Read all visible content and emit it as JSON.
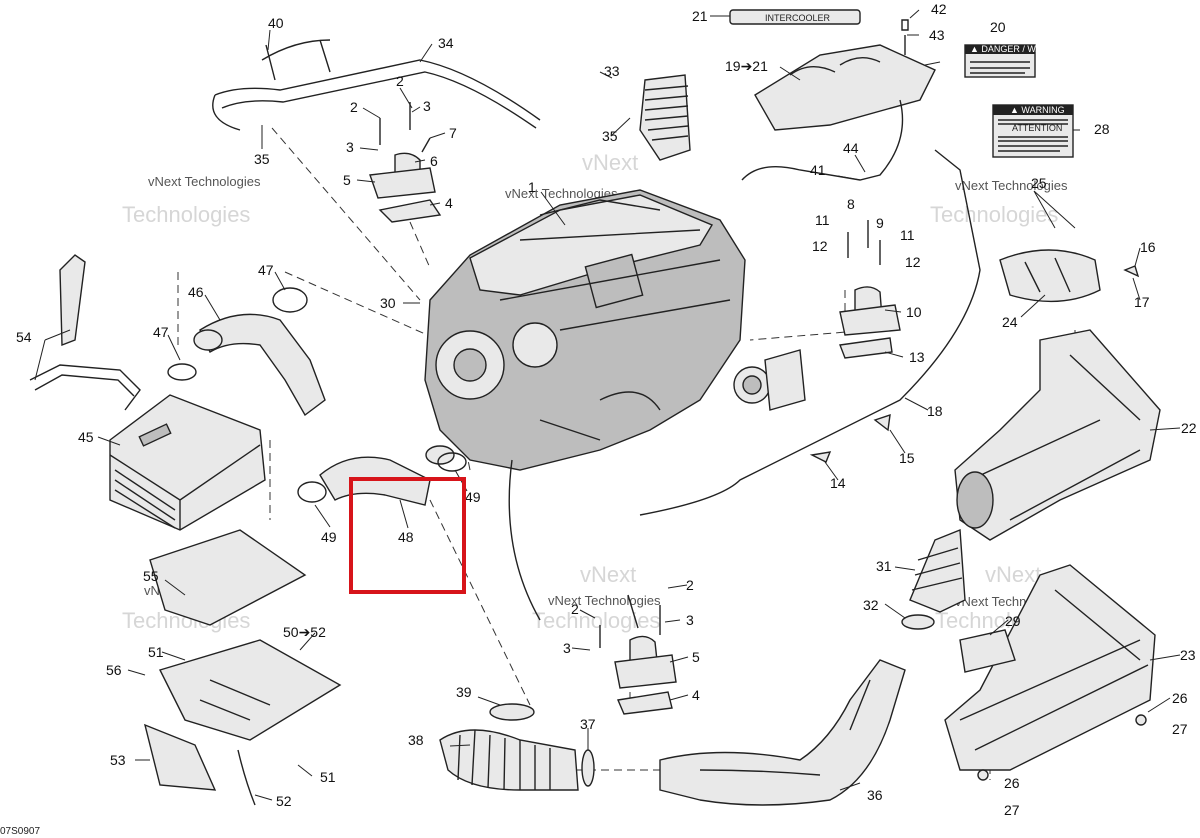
{
  "diagram_id": "07S0907",
  "watermark": {
    "line1": "vNext Technologies",
    "line2": "Technologies",
    "line3": "vNext"
  },
  "decal_21": "INTERCOOLER",
  "decal_20": "▲ DANGER / WARNING",
  "decal_28": "▲ WARNING",
  "decal_28b": "ATTENTION",
  "highlight_color": "#d7141a",
  "callouts": {
    "c1": "1",
    "c2a": "2",
    "c2b": "2",
    "c2c": "2",
    "c2d": "2",
    "c3a": "3",
    "c3b": "3",
    "c3c": "3",
    "c3d": "3",
    "c4a": "4",
    "c4b": "4",
    "c5a": "5",
    "c5b": "5",
    "c6": "6",
    "c7": "7",
    "c8": "8",
    "c9": "9",
    "c10": "10",
    "c11a": "11",
    "c11b": "11",
    "c12a": "12",
    "c12b": "12",
    "c13": "13",
    "c14": "14",
    "c15": "15",
    "c16": "16",
    "c17": "17",
    "c18": "18",
    "c19": "19➔21",
    "c20": "20",
    "c21": "21",
    "c22": "22",
    "c23": "23",
    "c24": "24",
    "c25": "25",
    "c26a": "26",
    "c26b": "26",
    "c27a": "27",
    "c27b": "27",
    "c28": "28",
    "c29": "29",
    "c30": "30",
    "c31": "31",
    "c32": "32",
    "c33": "33",
    "c34": "34",
    "c35a": "35",
    "c35b": "35",
    "c36": "36",
    "c37": "37",
    "c38": "38",
    "c39": "39",
    "c40": "40",
    "c41": "41",
    "c42": "42",
    "c43": "43",
    "c44": "44",
    "c45": "45",
    "c46": "46",
    "c47a": "47",
    "c47b": "47",
    "c48": "48",
    "c49a": "49",
    "c49b": "49",
    "c50": "50➔52",
    "c51a": "51",
    "c51b": "51",
    "c52": "52",
    "c53": "53",
    "c54": "54",
    "c55": "55",
    "c56": "56"
  }
}
